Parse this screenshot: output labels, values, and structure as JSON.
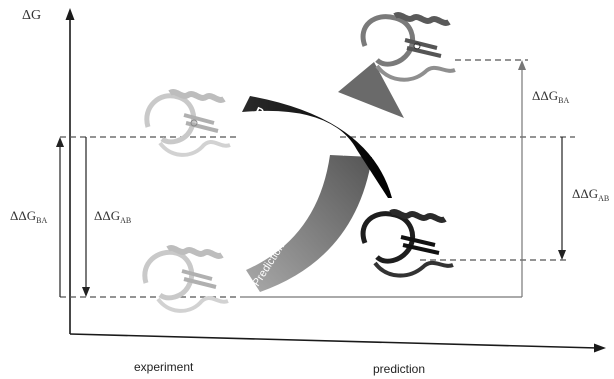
{
  "axes": {
    "y_label": "ΔG",
    "x_labels": [
      "experiment",
      "prediction"
    ]
  },
  "energy_labels": [
    {
      "prefix": "ΔΔG",
      "sub": "BA"
    },
    {
      "prefix": "ΔΔG",
      "sub": "AB"
    },
    {
      "prefix": "ΔΔG",
      "sub": "BA"
    },
    {
      "prefix": "ΔΔG",
      "sub": "AB"
    }
  ],
  "arrows": {
    "top_label": "Prediction B by A",
    "bottom_label": "Prediction A by B"
  },
  "colors": {
    "axis": "#1a1a1a",
    "dashed": "#555555",
    "top_arrow": "#111111",
    "bottom_arrow": "#555555",
    "gray_arrowhead": "#6a6a6a",
    "protein_light": "#c9c9c9",
    "protein_dark": "#1e1e1e",
    "protein_mid": "#6f6f6f"
  },
  "proteins": [
    {
      "name": "experiment-upper",
      "tone": "light"
    },
    {
      "name": "experiment-lower",
      "tone": "light"
    },
    {
      "name": "prediction-upper",
      "tone": "mid"
    },
    {
      "name": "prediction-lower",
      "tone": "dark"
    }
  ]
}
